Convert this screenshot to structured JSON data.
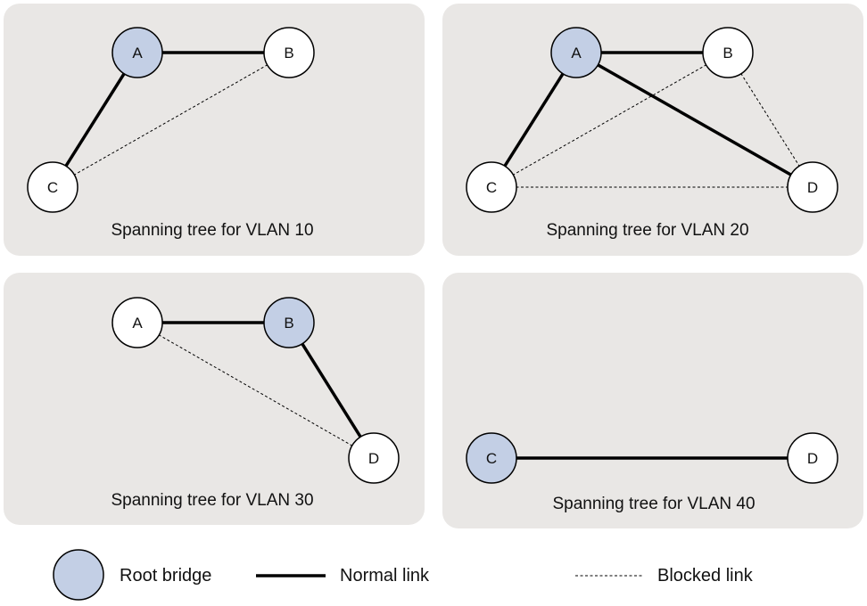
{
  "colors": {
    "root": "#c3cfe5",
    "node": "#ffffff",
    "panel": "#e9e7e5",
    "stroke": "#000000"
  },
  "panels": [
    {
      "caption": "Spanning tree for VLAN 10",
      "nodes": [
        {
          "id": "A",
          "root": true
        },
        {
          "id": "B",
          "root": false
        },
        {
          "id": "C",
          "root": false
        }
      ],
      "links": [
        {
          "from": "A",
          "to": "B",
          "type": "normal"
        },
        {
          "from": "A",
          "to": "C",
          "type": "normal"
        },
        {
          "from": "B",
          "to": "C",
          "type": "blocked"
        }
      ]
    },
    {
      "caption": "Spanning tree for VLAN 20",
      "nodes": [
        {
          "id": "A",
          "root": true
        },
        {
          "id": "B",
          "root": false
        },
        {
          "id": "C",
          "root": false
        },
        {
          "id": "D",
          "root": false
        }
      ],
      "links": [
        {
          "from": "A",
          "to": "B",
          "type": "normal"
        },
        {
          "from": "A",
          "to": "C",
          "type": "normal"
        },
        {
          "from": "A",
          "to": "D",
          "type": "normal"
        },
        {
          "from": "B",
          "to": "C",
          "type": "blocked"
        },
        {
          "from": "B",
          "to": "D",
          "type": "blocked"
        },
        {
          "from": "C",
          "to": "D",
          "type": "blocked"
        }
      ]
    },
    {
      "caption": "Spanning tree for VLAN 30",
      "nodes": [
        {
          "id": "A",
          "root": false
        },
        {
          "id": "B",
          "root": true
        },
        {
          "id": "D",
          "root": false
        }
      ],
      "links": [
        {
          "from": "A",
          "to": "B",
          "type": "normal"
        },
        {
          "from": "B",
          "to": "D",
          "type": "normal"
        },
        {
          "from": "A",
          "to": "D",
          "type": "blocked"
        }
      ]
    },
    {
      "caption": "Spanning tree for VLAN 40",
      "nodes": [
        {
          "id": "C",
          "root": true
        },
        {
          "id": "D",
          "root": false
        }
      ],
      "links": [
        {
          "from": "C",
          "to": "D",
          "type": "normal"
        }
      ]
    }
  ],
  "legend": {
    "root_label": "Root bridge",
    "normal_label": "Normal link",
    "blocked_label": "Blocked link"
  }
}
